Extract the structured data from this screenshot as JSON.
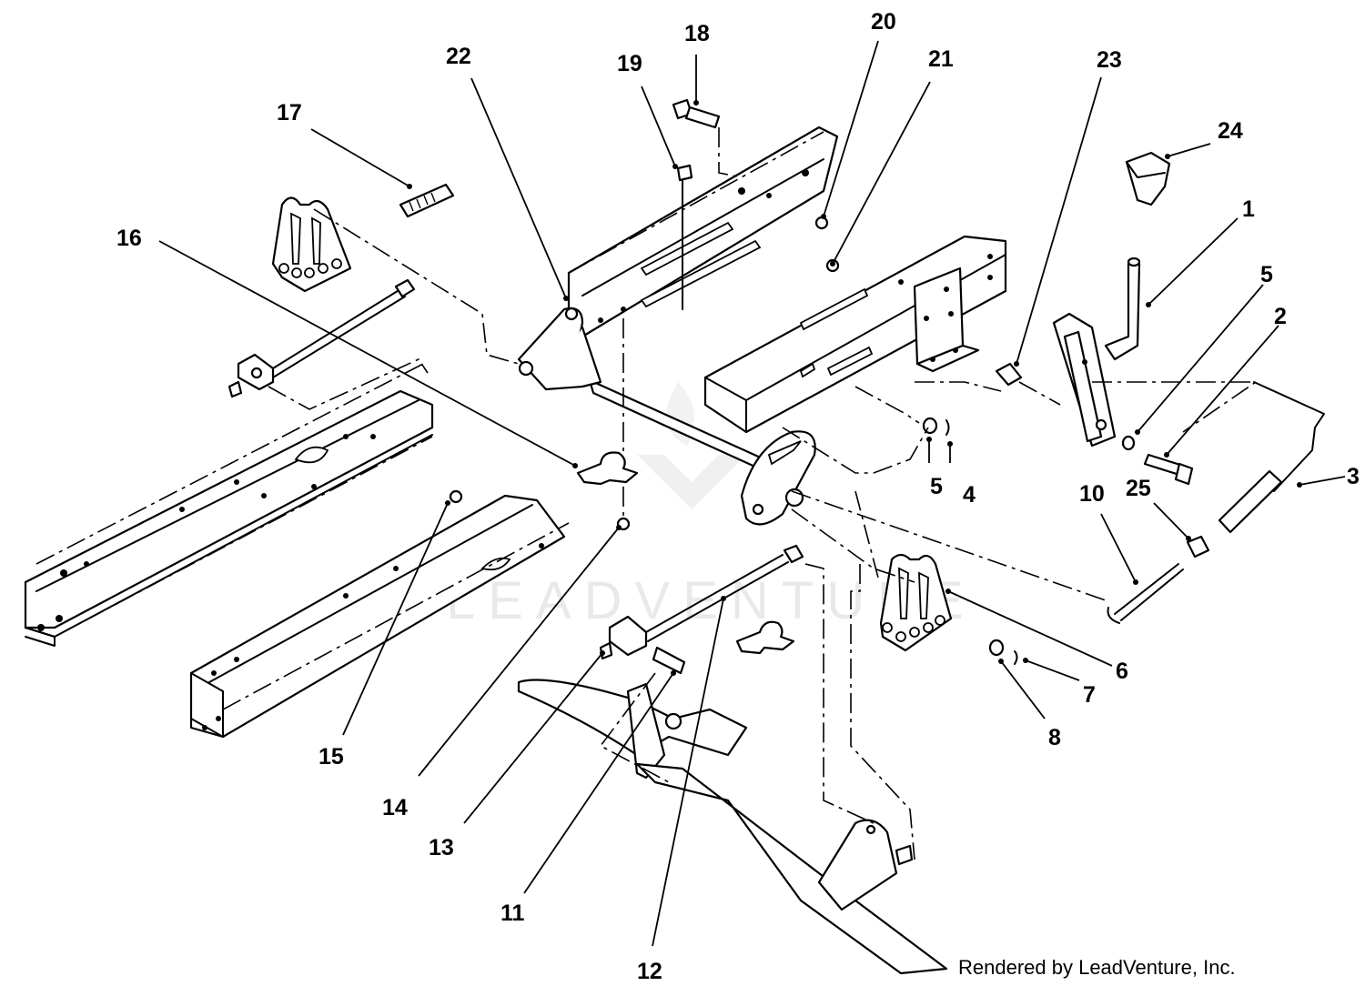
{
  "callouts": [
    "1",
    "2",
    "3",
    "4",
    "5",
    "5",
    "6",
    "7",
    "8",
    "10",
    "11",
    "12",
    "13",
    "14",
    "15",
    "16",
    "17",
    "18",
    "19",
    "20",
    "21",
    "22",
    "23",
    "24",
    "25"
  ],
  "credit": "Rendered by LeadVenture, Inc.",
  "watermark": "LEADVENTURE"
}
